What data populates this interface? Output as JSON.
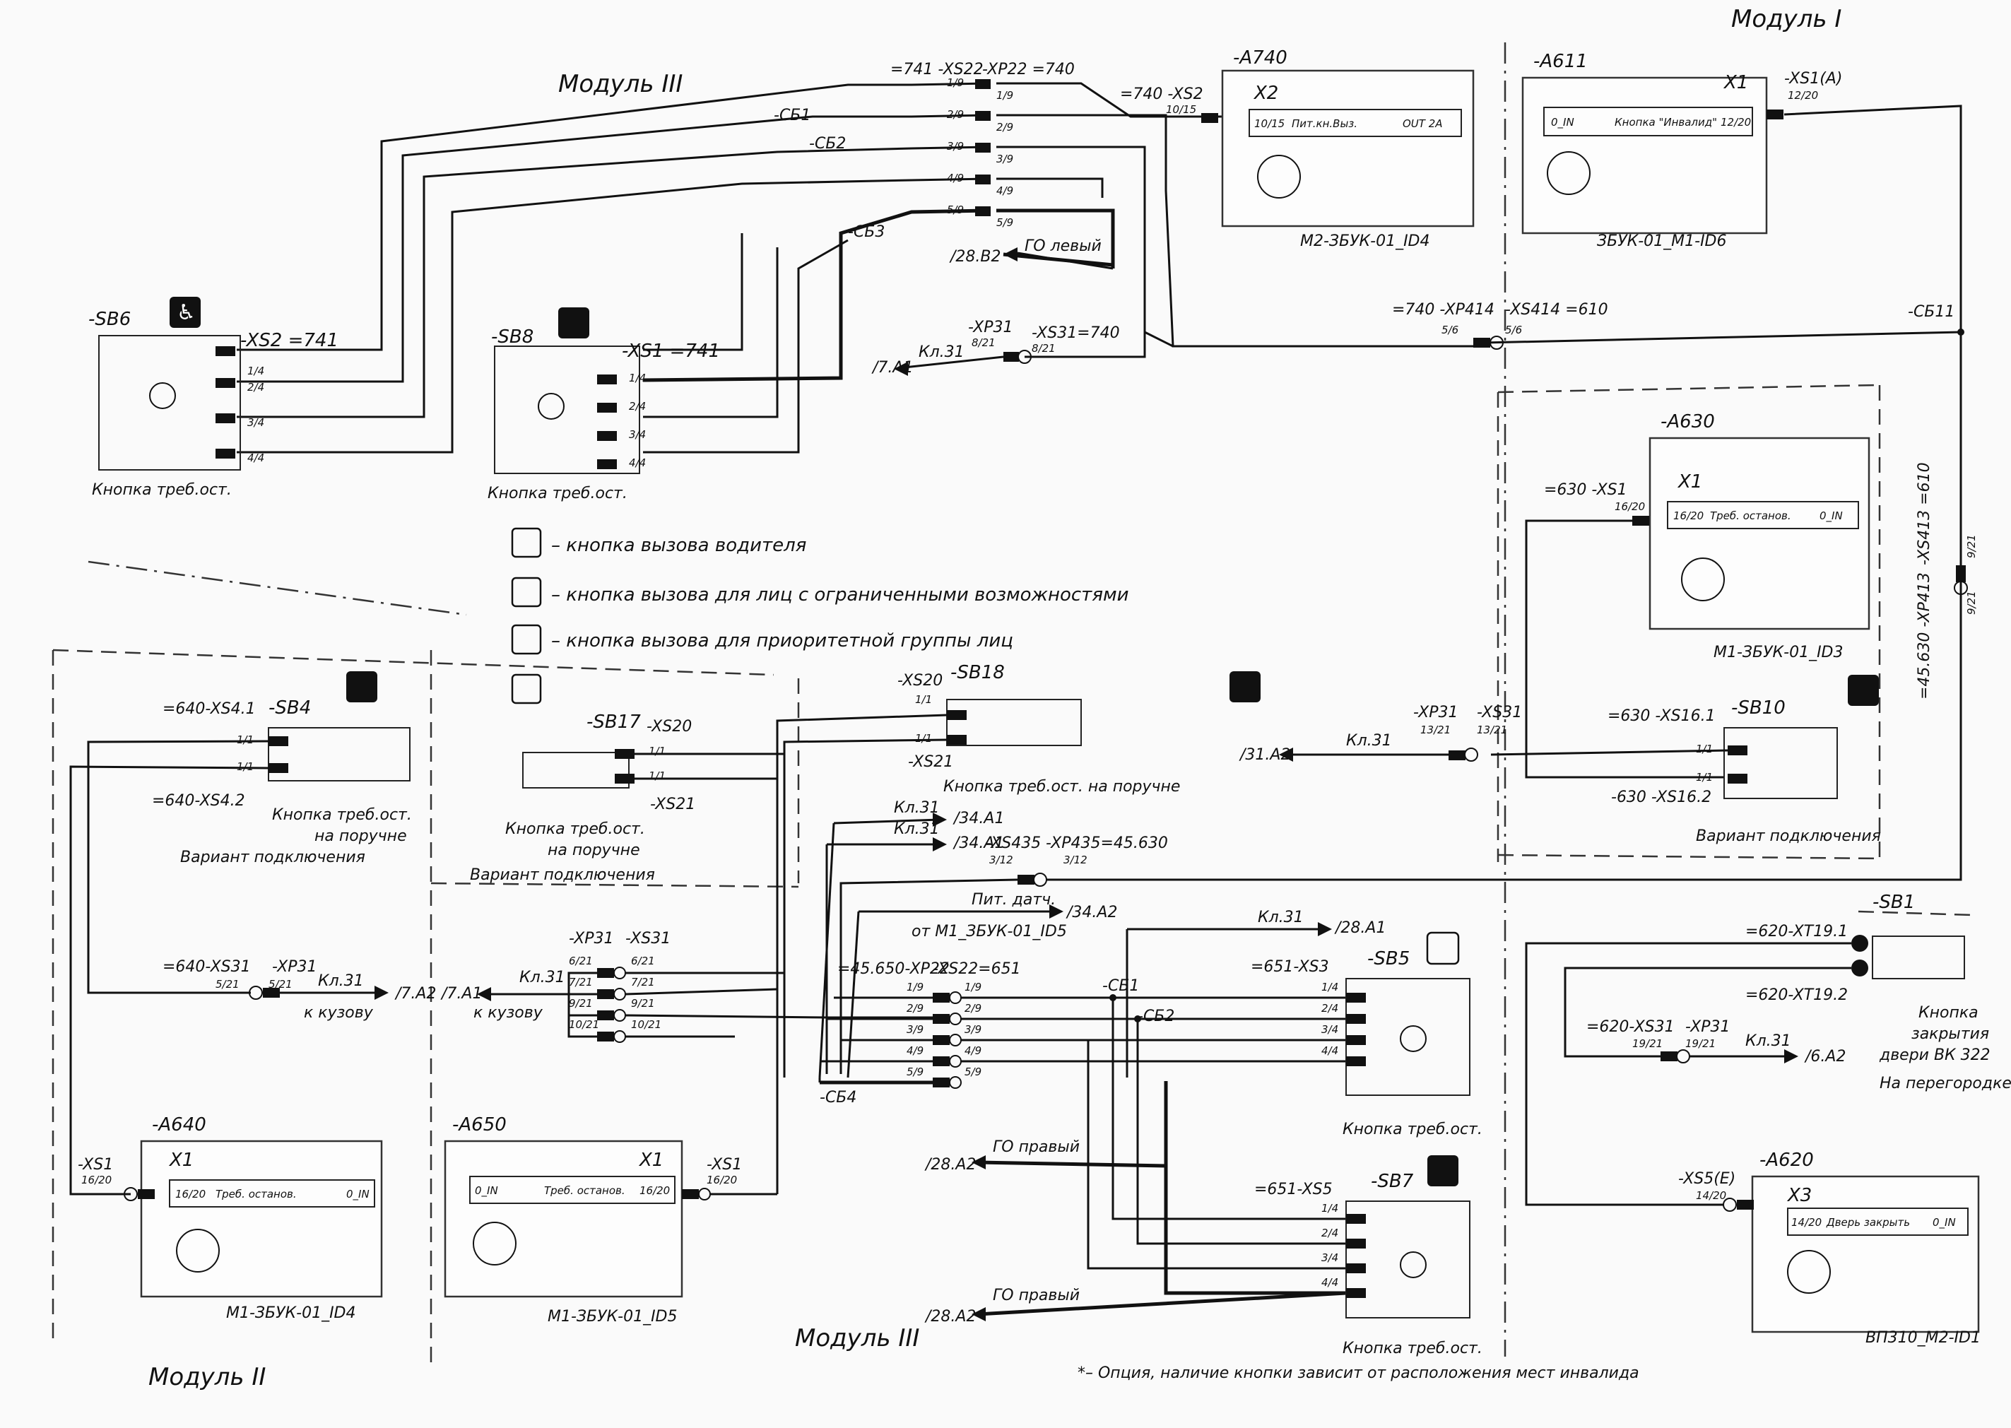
{
  "modules": {
    "module_1": "Модуль I",
    "module_2": "Модуль II",
    "module_3_top": "Модуль III",
    "module_3_bottom": "Модуль III"
  },
  "legend": {
    "driver": "– кнопка вызова водителя",
    "disabled": "– кнопка вызова для лиц с ограниченными возможностями",
    "priority": "– кнопка вызова для приоритетной группы лиц"
  },
  "footnote": "*– Опция, наличие кнопки зависит от расположения мест инвалида",
  "devices": {
    "a740": {
      "ref": "-A740",
      "conn": "X2",
      "pin": "10/15",
      "signal": "Пит.кн.Выз.",
      "out": "OUT 2A",
      "name": "M2-ЗБУК-01_ID4",
      "plug": "=740 -XS2",
      "plug_pin": "10/15"
    },
    "a611": {
      "ref": "-A611",
      "conn": "X1",
      "pin_in": "0_IN",
      "signal": "Кнопка \"Инвалид\"",
      "pin": "12/20",
      "name": "ЗБУК-01_M1-ID6",
      "plug": "-XS1(A)",
      "plug_pin": "12/20"
    },
    "a630": {
      "ref": "-A630",
      "conn": "X1",
      "pin": "16/20",
      "signal": "Треб. останов.",
      "pin_in": "0_IN",
      "name": "M1-ЗБУК-01_ID3",
      "plug": "=630 -XS1",
      "plug_pin": "16/20"
    },
    "a640": {
      "ref": "-A640",
      "conn": "X1",
      "pin": "16/20",
      "signal": "Треб. останов.",
      "pin_in": "0_IN",
      "name": "M1-ЗБУК-01_ID4",
      "plug": "-XS1",
      "plug_pin": "16/20"
    },
    "a650": {
      "ref": "-A650",
      "conn": "X1",
      "pin_in": "0_IN",
      "signal": "Треб. останов.",
      "pin": "16/20",
      "name": "M1-ЗБУК-01_ID5",
      "plug": "-XS1",
      "plug_pin": "16/20"
    },
    "a620": {
      "ref": "-A620",
      "conn": "X3",
      "pin": "14/20",
      "signal": "Дверь закрыть",
      "pin_in": "0_IN",
      "name": "ВП310_M2-ID1",
      "plug": "-XS5(E)",
      "plug_pin": "14/20"
    }
  },
  "buttons": {
    "sb6": {
      "ref": "-SB6",
      "conn": "-XS2 =741",
      "pins": [
        "1/4",
        "2/4",
        "3/4",
        "4/4"
      ],
      "caption": "Кнопка треб.ост."
    },
    "sb8": {
      "ref": "-SB8",
      "conn": "-XS1 =741",
      "pins": [
        "1/4",
        "2/4",
        "3/4",
        "4/4"
      ],
      "caption": "Кнопка треб.ост."
    },
    "sb4": {
      "ref": "-SB4",
      "conn_top": "=640-XS4.1",
      "conn_bottom": "=640-XS4.2",
      "pins": [
        "1/1",
        "1/1"
      ],
      "caption1": "Кнопка треб.ост.",
      "caption2": "на поручне",
      "caption3": "Вариант подключения"
    },
    "sb17": {
      "ref": "-SB17",
      "conn_top": "-XS20",
      "conn_bottom": "-XS21",
      "pins": [
        "1/1",
        "1/1"
      ],
      "caption1": "Кнопка треб.ост.",
      "caption2": "на поручне",
      "caption3": "Вариант подключения"
    },
    "sb18": {
      "ref": "-SB18",
      "conn_top": "-XS20",
      "conn_bottom": "-XS21",
      "pins": [
        "1/1",
        "1/1"
      ],
      "caption": "Кнопка треб.ост. на поручне"
    },
    "sb10": {
      "ref": "-SB10",
      "conn_top": "=630 -XS16.1",
      "conn_bottom": "-630 -XS16.2",
      "pins": [
        "1/1",
        "1/1"
      ],
      "caption": "Вариант подключения"
    },
    "sb5": {
      "ref": "-SB5",
      "conn": "=651-XS3",
      "pins": [
        "1/4",
        "2/4",
        "3/4",
        "4/4"
      ],
      "caption": "Кнопка треб.ост."
    },
    "sb7": {
      "ref": "-SB7",
      "conn": "=651-XS5",
      "pins": [
        "1/4",
        "2/4",
        "3/4",
        "4/4"
      ],
      "caption": "Кнопка треб.ост."
    },
    "sb1": {
      "ref": "-SB1",
      "conn_top": "=620-XT19.1",
      "conn_bottom": "=620-XT19.2",
      "caption1": "Кнопка",
      "caption2": "закрытия",
      "caption3": "двери ВК 322",
      "caption4": "На перегородке"
    }
  },
  "connectors": {
    "xs22_top": "=741 -XS22",
    "xp22_top": "-XP22 =740",
    "top_pins": [
      "1/9",
      "2/9",
      "3/9",
      "4/9",
      "5/9"
    ],
    "xp31_top": "-XP31",
    "xs31_top": "-XS31=740",
    "xp31_top_pin": "8/21",
    "xs31_top_pin": "8/21",
    "xp414": "=740 -XP414",
    "xs414": "-XS414 =610",
    "xp414_pin": "5/6",
    "xs414_pin": "5/6",
    "xs413": "-XS413 =610",
    "xp413": "=45.630 -XP413",
    "xs413_pin": "9/21",
    "xp413_pin": "9/21",
    "xp31_mid": "-XP31",
    "xs31_mid": "-XS31",
    "xp31_mid_pin": "13/21",
    "xs31_mid_pin": "13/21",
    "xs435": "-XS435",
    "xp435": "-XP435=45.630",
    "xs435_pin": "3/12",
    "xp435_pin": "3/12",
    "xp31_left": "-XP31",
    "xs31_left": "-XS31",
    "left_pins": [
      "6/21",
      "7/21",
      "9/21",
      "10/21"
    ],
    "xp22_bot": "=45.650-XP22",
    "xs22_bot": "-XS22=651",
    "bot_pins": [
      "1/9",
      "2/9",
      "3/9",
      "4/9",
      "5/9"
    ],
    "xs31_640": "=640-XS31",
    "xp31_640": "-XP31",
    "xs31_640_pin": "5/21",
    "xp31_640_pin": "5/21",
    "xs31_620": "=620-XS31",
    "xp31_620": "-XP31",
    "xs31_620_pin": "19/21",
    "xp31_620_pin": "19/21"
  },
  "bus_labels": {
    "cb1_top": "-CБ1",
    "cb2_top": "-CБ2",
    "cb3_top": "-CБ3",
    "cb11": "-CБ11",
    "cb1_bot": "-CБ1",
    "cb2_bot": "-CБ2",
    "cb4_bot": "-CБ4"
  },
  "refs": {
    "go_left_top": "ГО левый",
    "go_left_top_ref": "/28.B2",
    "kl31_top": "Кл.31",
    "kl31_top_ref": "/7.A1",
    "kl31_mid": "Кл.31",
    "kl31_mid_ref": "/31.A2",
    "kl31_a": "Кл.31",
    "kl31_a_ref": "/34.A1",
    "kl31_b": "Кл.31",
    "kl31_b_ref": "/34.A1",
    "pit_datch": "Пит. датч.",
    "pit_datch_ref": "/34.A2",
    "pit_from": "от M1_ЗБУК-01_ID5",
    "kl31_c": "Кл.31",
    "kl31_c_ref": "/28.A1",
    "go_right_1": "ГО правый",
    "go_right_1_ref": "/28.A2",
    "go_right_2": "ГО правый",
    "go_right_2_ref": "/28.A2",
    "kl31_body_left": "Кл.31",
    "kl31_body_left_ref": "/7.A1",
    "to_body_left": "к кузову",
    "kl31_640": "Кл.31",
    "kl31_640_ref": "/7.A2",
    "to_body_640": "к кузову",
    "kl31_620": "Кл.31",
    "kl31_620_ref": "/6.A2"
  }
}
